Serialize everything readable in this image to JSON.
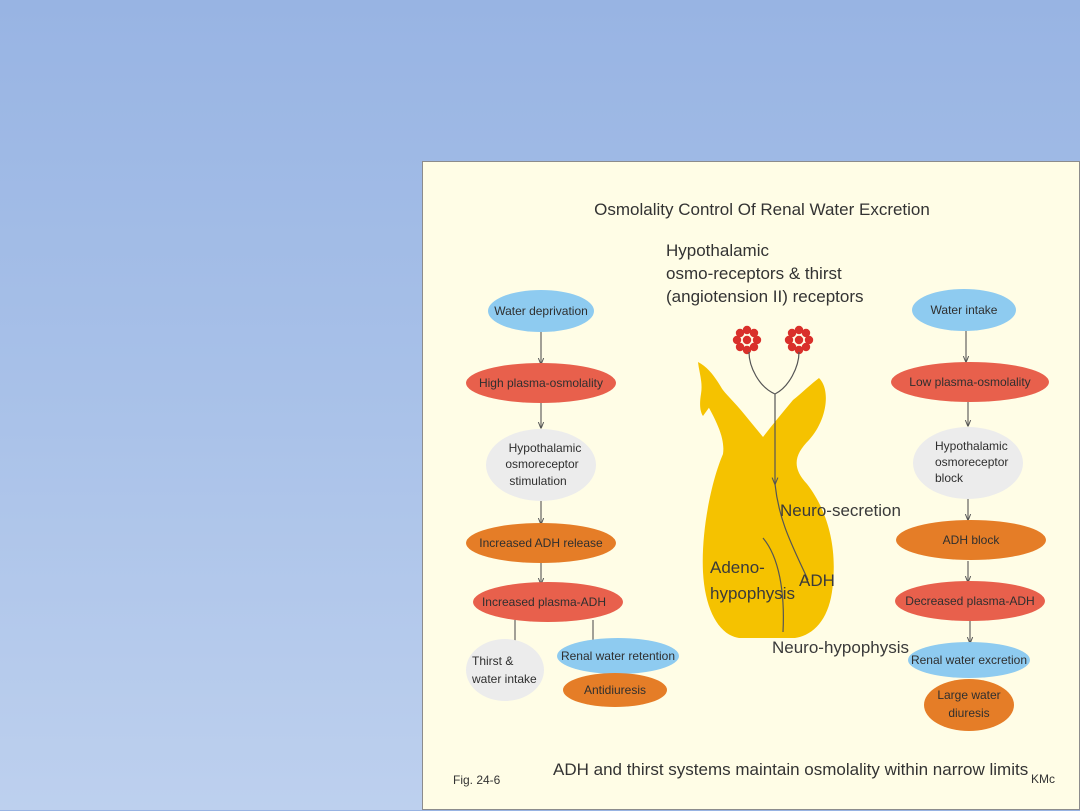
{
  "figure": {
    "title": "Osmolality Control Of Renal Water Excretion",
    "receptors_label": [
      "Hypothalamic",
      "osmo-receptors & thirst",
      "(angiotension II) receptors"
    ],
    "caption": "ADH and thirst systems maintain osmolality within narrow limits",
    "fig_number": "Fig. 24-6",
    "author": "KMc"
  },
  "left_chain": {
    "water_deprivation": "Water deprivation",
    "high_osmolality": "High plasma-osmolality",
    "stimulation": [
      "Hypothalamic",
      "osmoreceptor",
      "stimulation"
    ],
    "adh_release": "Increased ADH release",
    "plasma_adh": "Increased plasma-ADH",
    "thirst": [
      "Thirst &",
      "water intake"
    ],
    "water_retention": "Renal water retention",
    "antidiuresis": "Antidiuresis"
  },
  "right_chain": {
    "water_intake": "Water intake",
    "low_osmolality": "Low plasma-osmolality",
    "block": [
      "Hypothalamic",
      "osmoreceptor",
      "block"
    ],
    "adh_block": "ADH block",
    "plasma_adh": "Decreased plasma-ADH",
    "water_excretion": "Renal water excretion",
    "diuresis": [
      "Large water",
      "diuresis"
    ]
  },
  "gland": {
    "neuro_secretion": "Neuro-secretion",
    "adeno": [
      "Adeno-",
      "hypophysis"
    ],
    "adh": "ADH",
    "neuro_hypophysis": "Neuro-hypophysis"
  },
  "colors": {
    "blue_node": "#8ecbf0",
    "red_node": "#e8604c",
    "orange_node": "#e57d27",
    "grey_node": "#ececec",
    "gland": "#f5c200",
    "receptor": "#d9302b"
  }
}
